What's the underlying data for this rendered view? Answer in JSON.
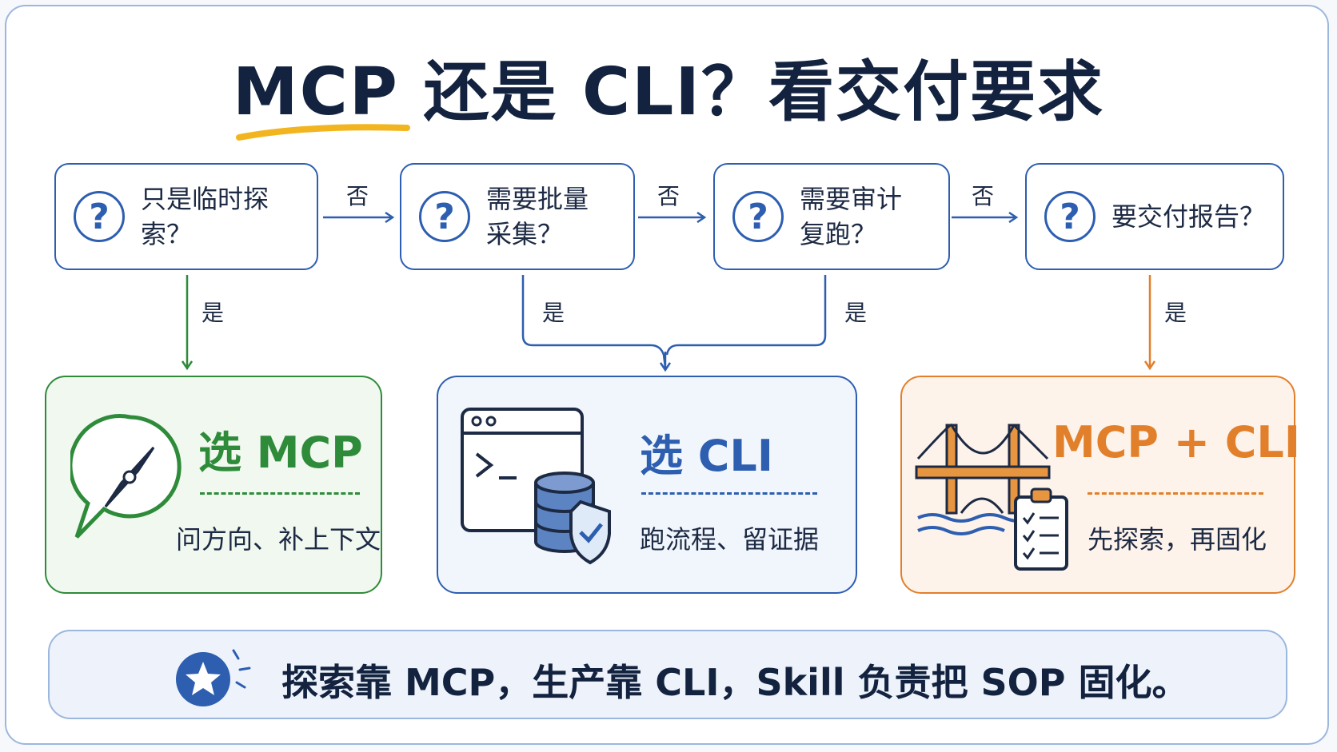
{
  "title": "MCP 还是 CLI？看交付要求",
  "questions": [
    {
      "text": "只是临时探索？",
      "icon": "question-circle-icon"
    },
    {
      "text": "需要批量\n采集？",
      "icon": "question-circle-icon"
    },
    {
      "text": "需要审计\n复跑？",
      "icon": "question-circle-icon"
    },
    {
      "text": "要交付报告？",
      "icon": "question-circle-icon"
    }
  ],
  "labels": {
    "no": "否",
    "yes": "是"
  },
  "question_mark": "?",
  "results": {
    "mcp": {
      "title": "选 MCP",
      "desc": "问方向、补上下文",
      "color": "#2e8b3a",
      "icon": "compass-chat-icon"
    },
    "cli": {
      "title": "选 CLI",
      "desc": "跑流程、留证据",
      "color": "#2d5eb0",
      "icon": "terminal-database-icon"
    },
    "both": {
      "title": "MCP + CLI",
      "desc": "先探索，再固化",
      "color": "#e27f2a",
      "icon": "bridge-checklist-icon"
    }
  },
  "summary": {
    "text": "探索靠 MCP，生产靠 CLI，Skill 负责把 SOP 固化。",
    "icon": "star-badge-icon"
  }
}
